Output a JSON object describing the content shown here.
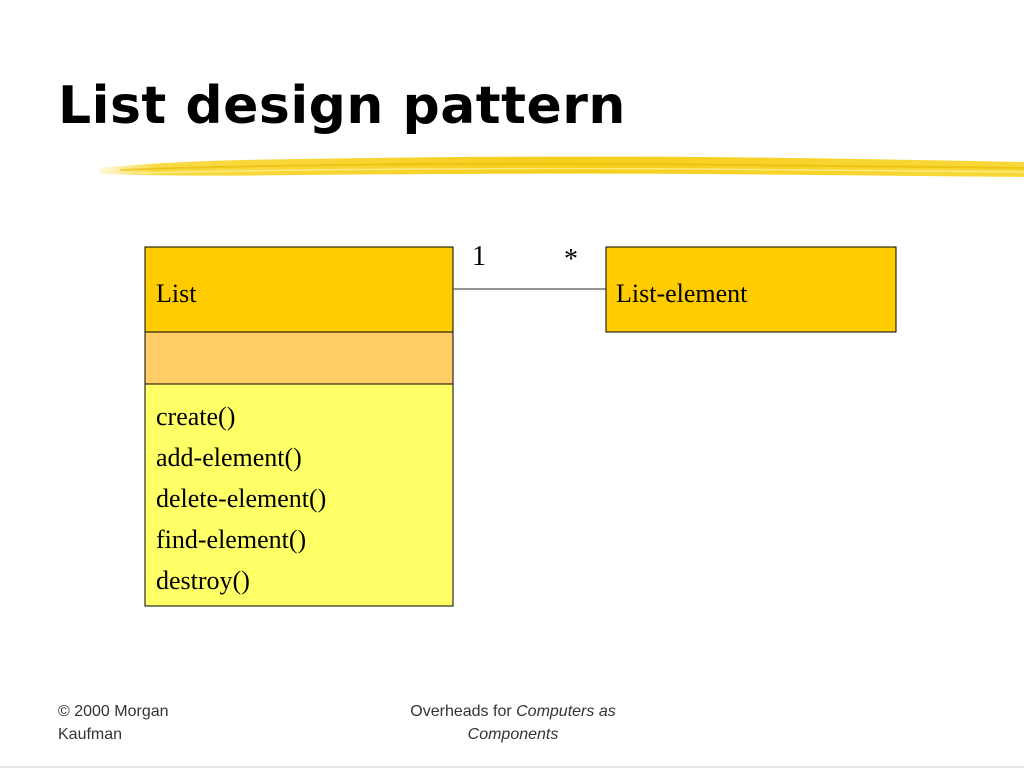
{
  "slide": {
    "title": "List design pattern"
  },
  "diagram": {
    "list_class": {
      "name": "List",
      "attributes": [],
      "operations": [
        "create()",
        "add-element()",
        "delete-element()",
        "find-element()",
        "destroy()"
      ]
    },
    "element_class": {
      "name": "List-element"
    },
    "association": {
      "source_multiplicity": "1",
      "target_multiplicity": "*"
    }
  },
  "footer": {
    "copyright_line1": "© 2000 Morgan",
    "copyright_line2": "Kaufman",
    "overheads_prefix": "Overheads for",
    "book_title_line1": "Computers as",
    "book_title_line2": "Components"
  },
  "colors": {
    "class_header": "#ffcc00",
    "attributes_compartment": "#ffcc66",
    "operations_compartment": "#ffff66",
    "highlighter_stroke": "#f7d117",
    "border": "#000000"
  }
}
